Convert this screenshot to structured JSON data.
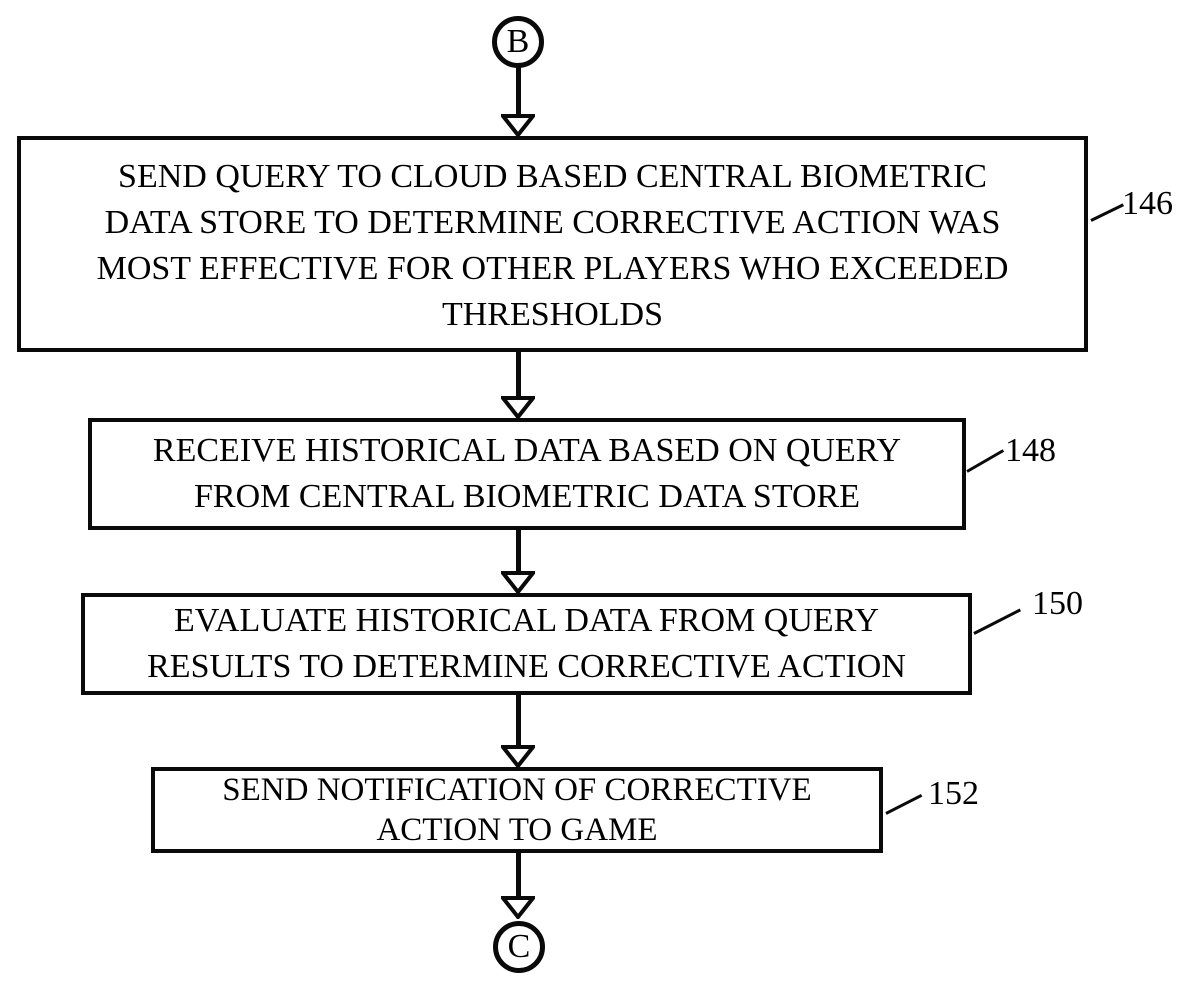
{
  "diagram": {
    "type": "flowchart",
    "start_connector": {
      "letter": "B"
    },
    "end_connector": {
      "letter": "C"
    },
    "colors": {
      "ink": "#000000",
      "background": "#ffffff"
    },
    "nodes": [
      {
        "ref": "146",
        "text": "SEND QUERY TO CLOUD BASED CENTRAL BIOMETRIC DATA STORE TO DETERMINE CORRECTIVE ACTION WAS MOST EFFECTIVE FOR OTHER PLAYERS WHO EXCEEDED THRESHOLDS",
        "lines": [
          "SEND QUERY TO CLOUD BASED CENTRAL BIOMETRIC",
          "DATA STORE TO DETERMINE CORRECTIVE ACTION WAS",
          "MOST EFFECTIVE FOR OTHER PLAYERS WHO EXCEEDED",
          "THRESHOLDS"
        ]
      },
      {
        "ref": "148",
        "text": "RECEIVE HISTORICAL DATA BASED ON QUERY FROM CENTRAL BIOMETRIC DATA STORE",
        "lines": [
          "RECEIVE HISTORICAL DATA BASED ON QUERY",
          "FROM CENTRAL BIOMETRIC DATA STORE"
        ]
      },
      {
        "ref": "150",
        "text": "EVALUATE HISTORICAL DATA FROM QUERY RESULTS TO DETERMINE CORRECTIVE ACTION",
        "lines": [
          "EVALUATE HISTORICAL DATA FROM QUERY",
          "RESULTS TO DETERMINE CORRECTIVE ACTION"
        ]
      },
      {
        "ref": "152",
        "text": "SEND NOTIFICATION OF CORRECTIVE ACTION TO GAME",
        "lines": [
          "SEND NOTIFICATION OF CORRECTIVE",
          "ACTION TO GAME"
        ]
      }
    ]
  }
}
